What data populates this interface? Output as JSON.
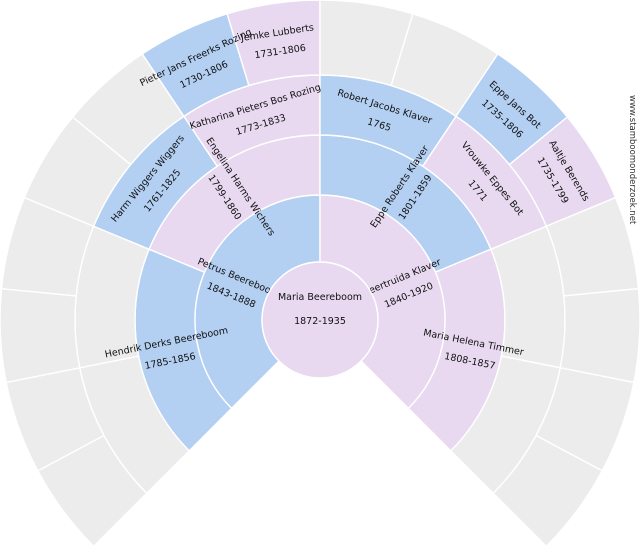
{
  "colors": {
    "male": "#b3cff2",
    "female": "#e8d9f1",
    "empty": "#ececec"
  },
  "watermark": "www.stamboomonderzoek.net",
  "root": {
    "name": "Maria Beereboom",
    "years": "1872-1935"
  },
  "generations": [
    [
      {
        "name": "Petrus Beereboom",
        "years": "1843-1888",
        "sex": "m"
      },
      {
        "name": "Geertruida Klaver",
        "years": "1840-1920",
        "sex": "f"
      }
    ],
    [
      {
        "name": "Hendrik Derks Beereboom",
        "years": "1785-1856",
        "sex": "m"
      },
      {
        "name": "Engelina Harms Wichers",
        "years": "1799-1860",
        "sex": "f"
      },
      {
        "name": "Eppe Roberts Klaver",
        "years": "1801-1859",
        "sex": "m"
      },
      {
        "name": "Maria Helena Timmer",
        "years": "1808-1857",
        "sex": "f"
      }
    ],
    [
      {
        "empty": true
      },
      {
        "empty": true
      },
      {
        "name": "Harm Wiggers Wiggers",
        "years": "1761-1825",
        "sex": "m"
      },
      {
        "name": "Katharina Pieters Bos Rozing",
        "years": "1773-1833",
        "sex": "f"
      },
      {
        "name": "Robert Jacobs Klaver",
        "years": "1765",
        "sex": "m"
      },
      {
        "name": "Vrouwke Eppes Bot",
        "years": "1771",
        "sex": "f"
      },
      {
        "empty": true
      },
      {
        "empty": true
      }
    ],
    [
      {
        "empty": true
      },
      {
        "empty": true
      },
      {
        "empty": true
      },
      {
        "empty": true
      },
      {
        "empty": true
      },
      {
        "empty": true
      },
      {
        "name": "Pieter Jans Freerks Rozing",
        "years": "1730-1806",
        "sex": "m"
      },
      {
        "name": "Jemke Lubberts",
        "years": "1731-1806",
        "sex": "f"
      },
      {
        "empty": true
      },
      {
        "empty": true
      },
      {
        "name": "Eppe Jans Bot",
        "years": "1735-1806",
        "sex": "m"
      },
      {
        "name": "Aaltje Berends",
        "years": "1735-1799",
        "sex": "f"
      },
      {
        "empty": true
      },
      {
        "empty": true
      },
      {
        "empty": true
      },
      {
        "empty": true
      }
    ]
  ]
}
